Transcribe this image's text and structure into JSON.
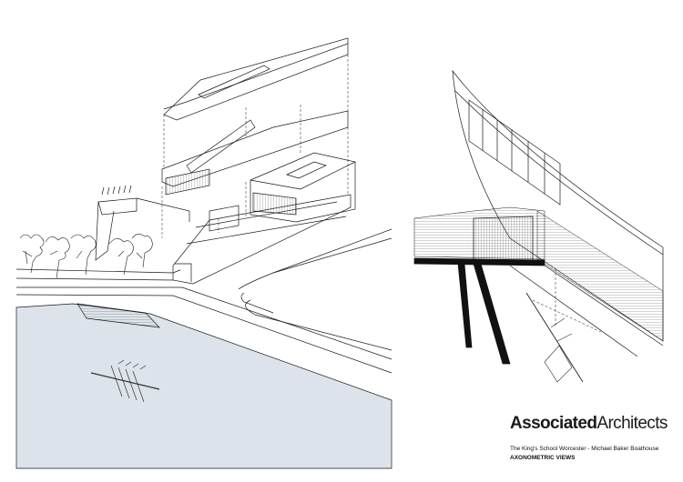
{
  "sheet": {
    "logo_bold": "Associated",
    "logo_regular": "Architects",
    "project_title": "The King's School Worcester - Michael Baker Boathouse",
    "view_title": "AXONOMETRIC VIEWS"
  },
  "colors": {
    "water": "#dde3ea",
    "line": "#1a1a1a",
    "paper": "#ffffff"
  }
}
